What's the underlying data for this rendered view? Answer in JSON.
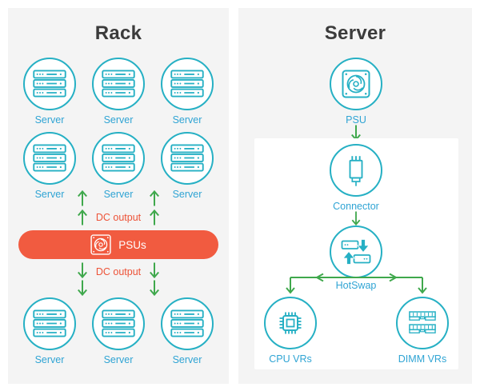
{
  "rack": {
    "title": "Rack",
    "servers": [
      "Server",
      "Server",
      "Server",
      "Server",
      "Server",
      "Server",
      "Server",
      "Server",
      "Server"
    ],
    "dc_output_top": "DC output",
    "dc_output_bottom": "DC output",
    "psus_label": "PSUs"
  },
  "server": {
    "title": "Server",
    "psu_label": "PSU",
    "connector_label": "Connector",
    "hotswap_label": "HotSwap",
    "cpu_vrs_label": "CPU VRs",
    "dimm_vrs_label": "DIMM VRs"
  },
  "colors": {
    "icon_teal": "#26b0c4",
    "label_blue": "#2fa4d4",
    "arrow_green": "#3fa84c",
    "bar_orange": "#f15b40",
    "dc_text_orange": "#ed5338",
    "title_gray": "#3b3b3b",
    "panel_bg": "#f4f4f4",
    "page_bg": "#ffffff"
  }
}
